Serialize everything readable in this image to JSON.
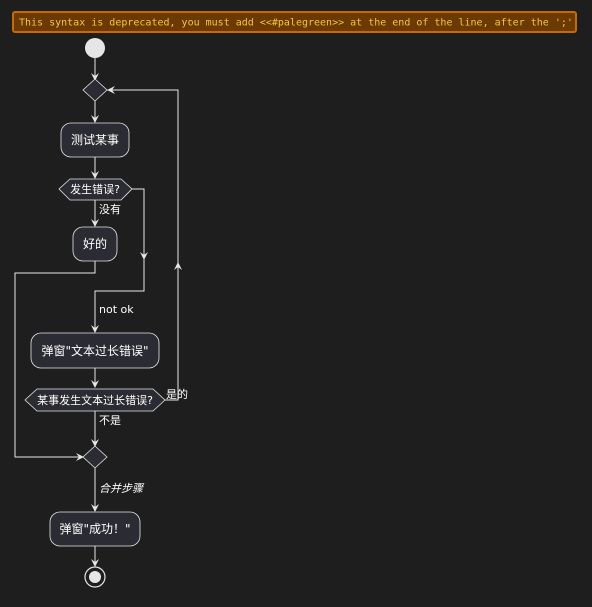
{
  "warning": {
    "text": "This syntax is deprecated, you must add <<#palegreen>> at the end of the line, after the ';'"
  },
  "nodes": {
    "test_something": "测试某事",
    "error_question": "发生错误?",
    "good": "好的",
    "popup_text_too_long": "弹窗\"文本过长错误\"",
    "something_question": "某事发生文本过长错误?",
    "popup_success": "弹窗\"成功！\""
  },
  "edge_labels": {
    "no": "没有",
    "not_ok": "not ok",
    "yes": "是的",
    "not": "不是",
    "merge_step": "合并步骤"
  },
  "colors": {
    "background": "#1e1e1e",
    "warning_fill": "#6b3a00",
    "warning_border": "#c86a00",
    "warning_text": "#f5c542",
    "node_fill": "#2b2b33",
    "stroke": "#e6e6e6"
  }
}
